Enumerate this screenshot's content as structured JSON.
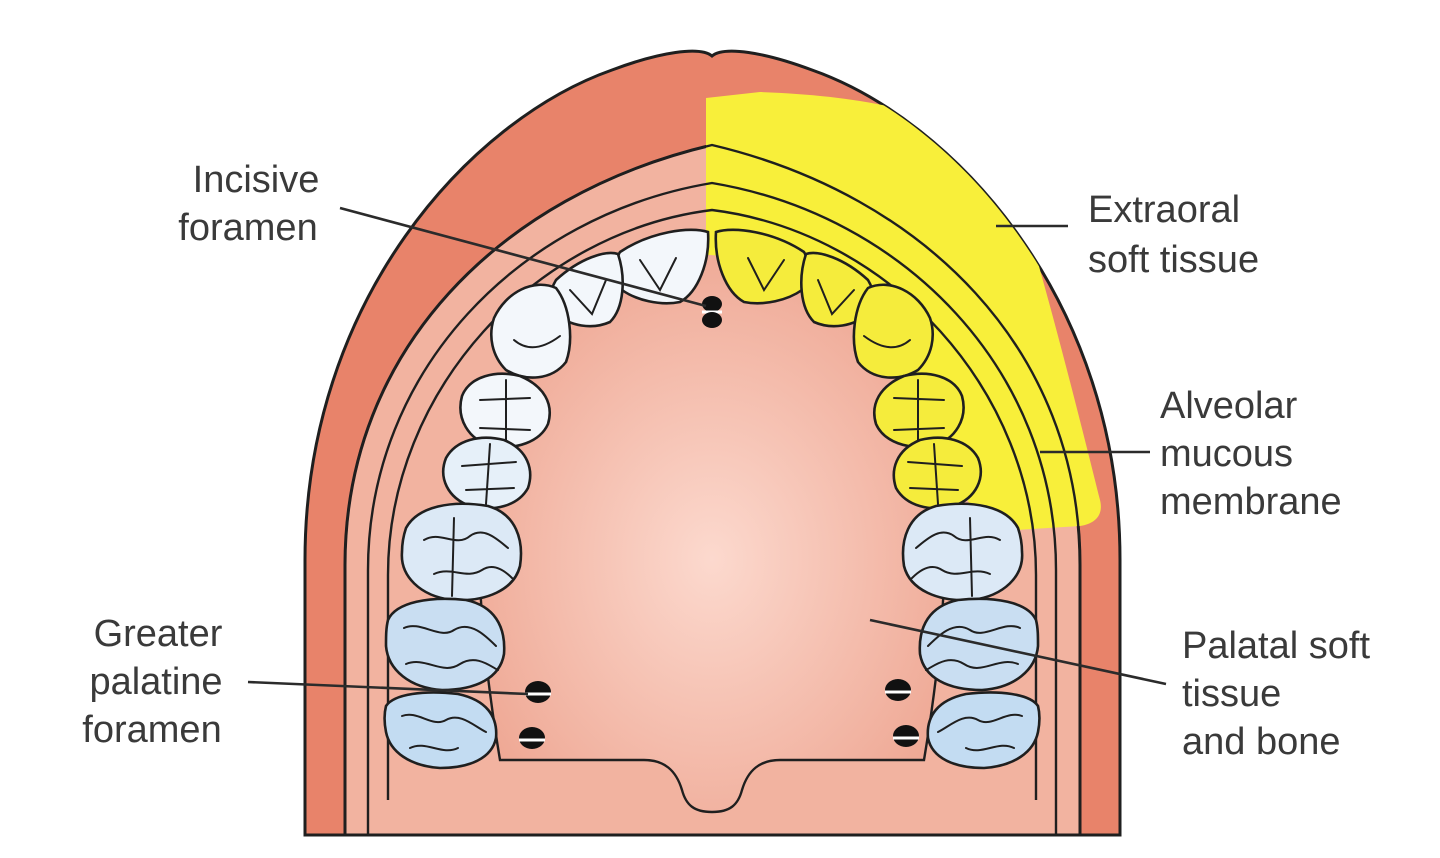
{
  "labels": {
    "incisive_foramen": [
      "Incisive",
      "foramen"
    ],
    "extraoral_soft_tissue": [
      "Extraoral",
      "soft tissue"
    ],
    "alveolar_mucous_membrane": [
      "Alveolar",
      "mucous",
      "membrane"
    ],
    "greater_palatine_foramen": [
      "Greater",
      "palatine",
      "foramen"
    ],
    "palatal_soft_tissue_and_bone": [
      "Palatal soft",
      "tissue",
      "and bone"
    ]
  },
  "colors": {
    "extraoral": "#e8836a",
    "mucosa": "#f2b3a0",
    "palate_center": "#fbd4c8",
    "palate_edge": "#eea692",
    "highlight": "#f8ef3a",
    "tooth_white": "#f3f7fb",
    "tooth_blue": "#c3dcf2",
    "tooth_yellow": "#f5ec3c",
    "ink": "#1f1f1f",
    "text": "#3a3a3a"
  }
}
